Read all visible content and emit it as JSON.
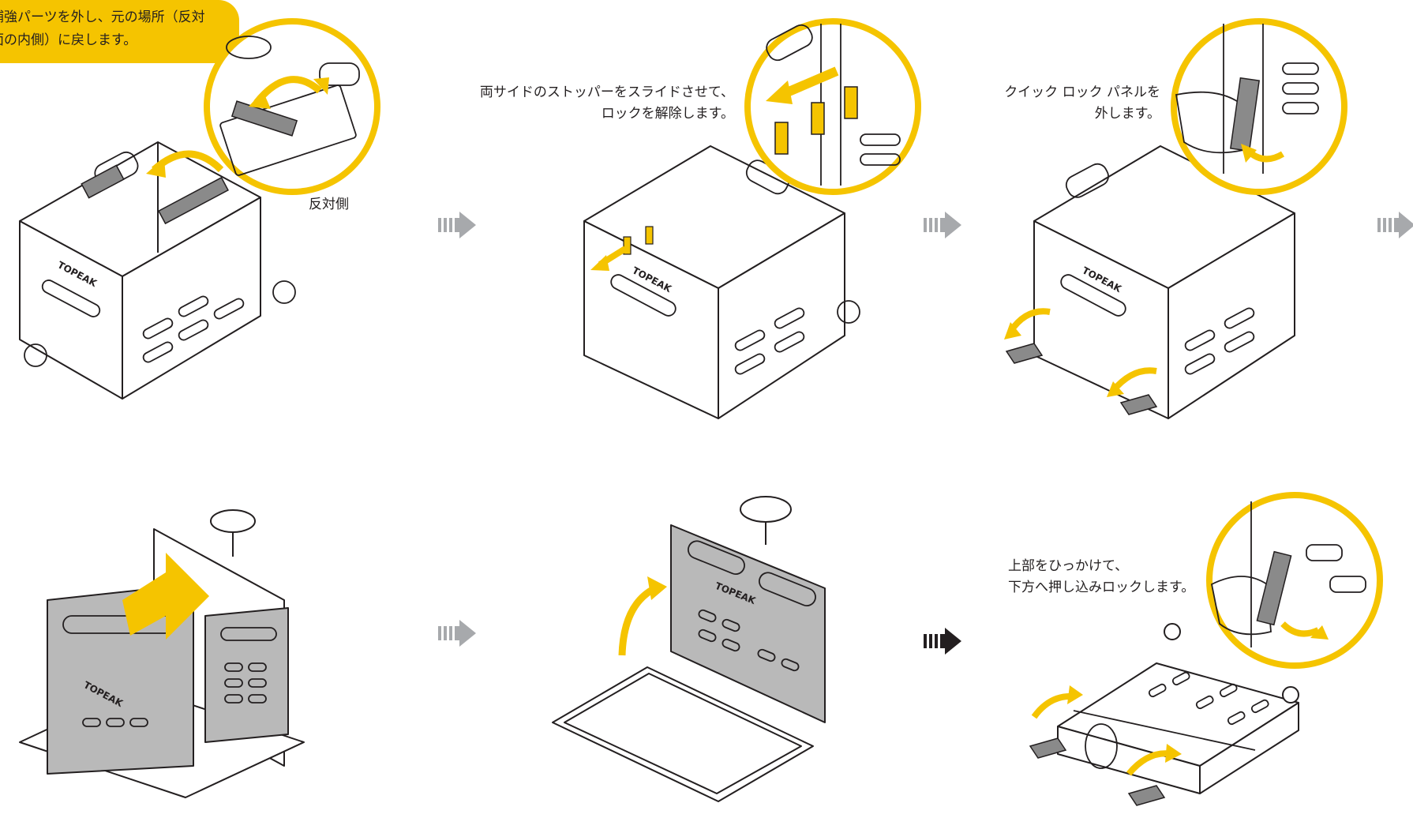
{
  "steps": [
    {
      "text": "補強パーツを外し、元の場所（反対面の内側）に戻します。",
      "lines": [
        "補強パーツを外し、元の場所（反対",
        "面の内側）に戻します。"
      ],
      "side_label": "反対側"
    },
    {
      "text": "両サイドのストッパーをスライドさせて、ロックを解除します。",
      "lines": [
        "両サイドのストッパーをスライドさせて、",
        "ロックを解除します。"
      ]
    },
    {
      "text": "クイック ロック パネルを外します。",
      "lines": [
        "クイック ロック パネルを",
        "外します。"
      ]
    },
    {
      "text": ""
    },
    {
      "text": ""
    },
    {
      "text": "上部をひっかけて、下方へ押し込みロックします。",
      "lines": [
        "上部をひっかけて、",
        "下方へ押し込みロックします。"
      ]
    }
  ],
  "brand_mark": "TOPEAK",
  "colors": {
    "accent": "#f5c400",
    "panel_gray": "#b9b9b9",
    "line": "#231f20",
    "arrow_gray": "#a7a9ac",
    "arrow_dark": "#231f20"
  },
  "icons": [
    "step-arrow-icon",
    "curved-arrow-icon",
    "straight-arrow-icon",
    "zoom-detail-circle"
  ]
}
